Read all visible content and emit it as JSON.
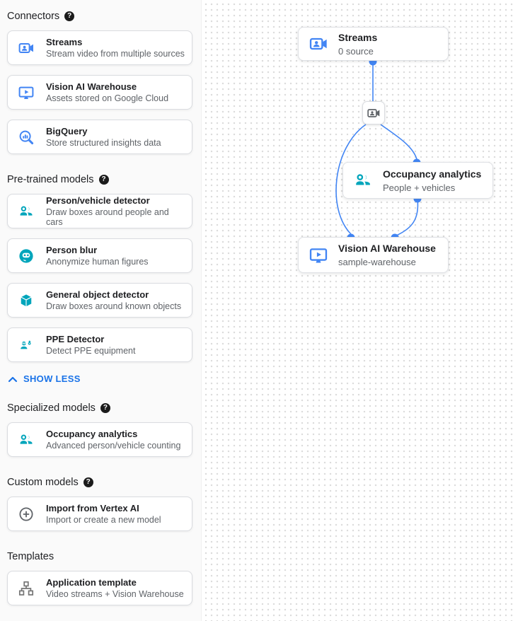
{
  "colors": {
    "accent_blue": "#4285f4",
    "model_teal": "#00a5bb",
    "link_blue": "#1a73e8"
  },
  "sidebar": {
    "sections": [
      {
        "label": "Connectors",
        "has_help": true,
        "cards": [
          {
            "icon": "video-camera-icon",
            "title": "Streams",
            "desc": "Stream video from multiple sources"
          },
          {
            "icon": "warehouse-monitor-icon",
            "title": "Vision AI Warehouse",
            "desc": "Assets stored on Google Cloud"
          },
          {
            "icon": "bigquery-magnifier-icon",
            "title": "BigQuery",
            "desc": "Store structured insights data"
          }
        ]
      },
      {
        "label": "Pre-trained models",
        "has_help": true,
        "cards": [
          {
            "icon": "people-icon",
            "title": "Person/vehicle detector",
            "desc": "Draw boxes around people and cars"
          },
          {
            "icon": "blur-face-icon",
            "title": "Person blur",
            "desc": "Anonymize human figures"
          },
          {
            "icon": "cube-icon",
            "title": "General object detector",
            "desc": "Draw boxes around known objects"
          },
          {
            "icon": "ppe-worker-icon",
            "title": "PPE Detector",
            "desc": "Detect PPE equipment"
          }
        ],
        "collapse_link": "SHOW LESS"
      },
      {
        "label": "Specialized models",
        "has_help": true,
        "cards": [
          {
            "icon": "people-icon",
            "title": "Occupancy analytics",
            "desc": "Advanced person/vehicle counting"
          }
        ]
      },
      {
        "label": "Custom models",
        "has_help": true,
        "cards": [
          {
            "icon": "plus-circle-icon",
            "title": "Import from Vertex AI",
            "desc": "Import or create a new model"
          }
        ]
      },
      {
        "label": "Templates",
        "has_help": false,
        "cards": [
          {
            "icon": "schema-tree-icon",
            "title": "Application template",
            "desc": "Video streams + Vision Warehouse"
          }
        ]
      }
    ],
    "help_glyph": "?"
  },
  "canvas": {
    "nodes": {
      "streams": {
        "icon": "video-camera-icon",
        "title": "Streams",
        "subtitle": "0 source"
      },
      "mini_camera": {
        "icon": "video-camera-icon"
      },
      "occupancy": {
        "icon": "people-icon",
        "title": "Occupancy analytics",
        "subtitle": "People + vehicles"
      },
      "warehouse": {
        "icon": "warehouse-monitor-icon",
        "title": "Vision AI Warehouse",
        "subtitle": "sample-warehouse"
      }
    }
  }
}
